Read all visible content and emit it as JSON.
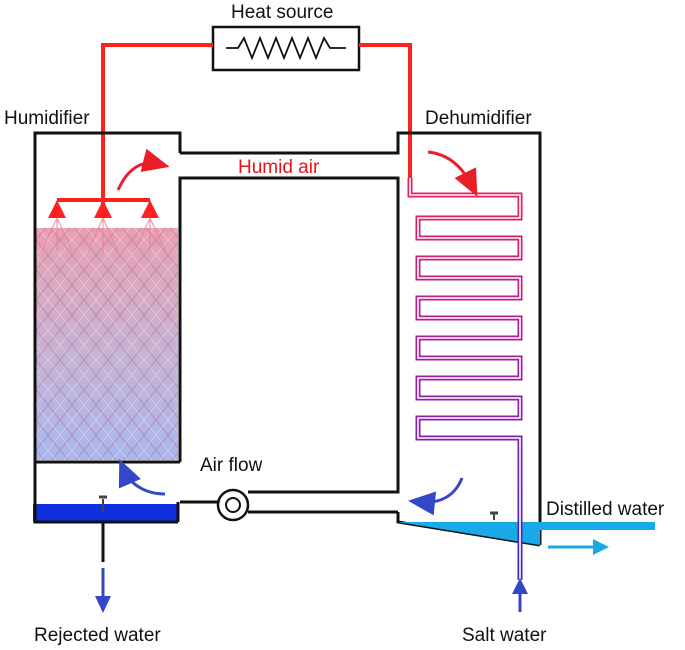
{
  "labels": {
    "heat_source": "Heat source",
    "humidifier": "Humidifier",
    "dehumidifier": "Dehumidifier",
    "humid_air": "Humid air",
    "air_flow": "Air flow",
    "distilled_water": "Distilled water",
    "rejected_water": "Rejected water",
    "salt_water": "Salt water"
  },
  "colors": {
    "hot_line": "#ff2020",
    "humid_air_text": "#e8141b",
    "cold_line": "#2f3fd2",
    "distilled_water": "#19a9e8",
    "rejected_basin": "#1030e0",
    "outline": "#111111"
  }
}
